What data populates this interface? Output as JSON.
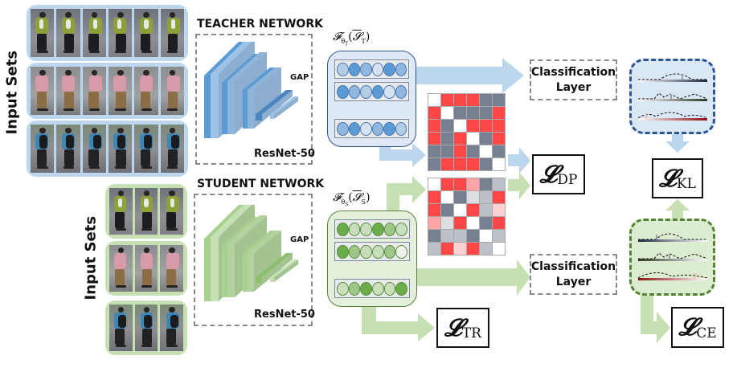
{
  "labels": {
    "input_sets": "Input Sets",
    "teacher_network": "TEACHER NETWORK",
    "student_network": "STUDENT NETWORK",
    "gap": "GAP",
    "backbone": "ResNet-50",
    "classification_line1": "Classification",
    "classification_line2": "Layer"
  },
  "features": {
    "teacher": {
      "F": "𝓕",
      "theta_sub": "θ",
      "theta_subsub": "T",
      "set": "𝓢",
      "set_sub": "T"
    },
    "student": {
      "F": "𝓕",
      "theta_sub": "θ",
      "theta_subsub": "S",
      "set": "𝓢",
      "set_sub": "S"
    }
  },
  "losses": {
    "dp": {
      "symbol": "𝓛",
      "sub": "DP"
    },
    "kl": {
      "symbol": "𝓛",
      "sub": "KL"
    },
    "tr": {
      "symbol": "𝓛",
      "sub": "TR"
    },
    "ce": {
      "symbol": "𝓛",
      "sub": "CE"
    }
  },
  "colors": {
    "teacher_accent": "#bcd6ee",
    "teacher_border": "#2f5597",
    "student_accent": "#c6e0b4",
    "student_border": "#548235",
    "matrix_red": "#ff4747",
    "matrix_gray": "#768090",
    "matrix_white": "#ffffff"
  },
  "teacher_input_sets": [
    {
      "identity": "green-jacket",
      "count": 6
    },
    {
      "identity": "pink-shirt",
      "count": 6
    },
    {
      "identity": "backpack-blue-shirt",
      "count": 6
    }
  ],
  "student_input_sets": [
    {
      "identity": "green-jacket",
      "count": 3
    },
    {
      "identity": "pink-shirt",
      "count": 3
    },
    {
      "identity": "backpack-blue-shirt",
      "count": 3
    }
  ],
  "teacher_feature_rows": [
    [
      1,
      3,
      2,
      0,
      3,
      2
    ],
    [
      3,
      2,
      1,
      3,
      0,
      2
    ],
    [
      2,
      3,
      0,
      2,
      3,
      1
    ]
  ],
  "student_feature_rows": [
    [
      3,
      1,
      1,
      3,
      2,
      1
    ],
    [
      3,
      2,
      1,
      1,
      2,
      0
    ],
    [
      1,
      2,
      3,
      1,
      1,
      3
    ]
  ],
  "teacher_matrix": [
    [
      "W",
      "R",
      "R",
      "R",
      "G",
      "G"
    ],
    [
      "R",
      "W",
      "G",
      "G",
      "G",
      "R"
    ],
    [
      "R",
      "G",
      "W",
      "R",
      "R",
      "R"
    ],
    [
      "R",
      "G",
      "R",
      "W",
      "G",
      "R"
    ],
    [
      "G",
      "G",
      "R",
      "G",
      "W",
      "G"
    ],
    [
      "G",
      "R",
      "R",
      "R",
      "G",
      "W"
    ]
  ],
  "student_matrix": [
    [
      "W",
      "R",
      "R",
      "Rl",
      "G",
      "Gl"
    ],
    [
      "R",
      "W",
      "G",
      "Gvl",
      "Gl",
      "R"
    ],
    [
      "R",
      "G",
      "W",
      "R",
      "Gl",
      "Rvl"
    ],
    [
      "Rl",
      "Gvl",
      "R",
      "W",
      "G",
      "R"
    ],
    [
      "G",
      "Gl",
      "Gl",
      "G",
      "W",
      "Gl"
    ],
    [
      "Gl",
      "R",
      "Rvl",
      "R",
      "Gl",
      "W"
    ]
  ],
  "teacher_distributions": [
    "navy",
    "darkgreen",
    "darkred"
  ],
  "student_distributions": [
    "navy",
    "darkgreen",
    "darkred"
  ]
}
